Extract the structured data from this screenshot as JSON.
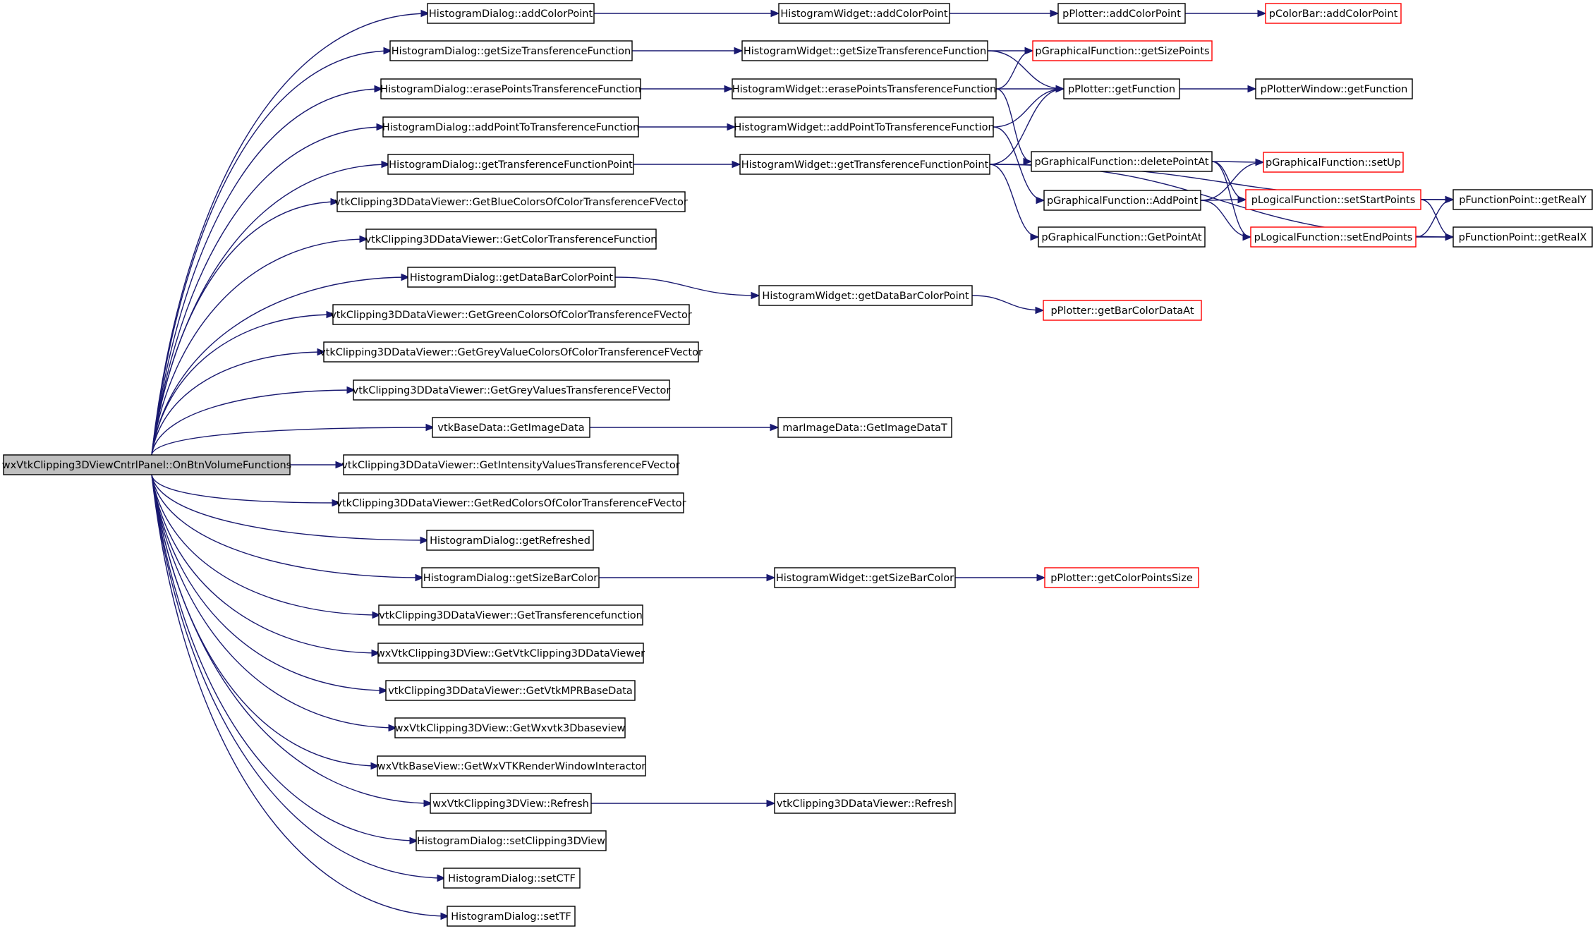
{
  "colors": {
    "edge": "#191970",
    "border": "#000000",
    "incomplete_border": "#ff0000",
    "root_fill": "#bfbfbf"
  },
  "nodes": [
    {
      "id": "root",
      "label": "wxVtkClipping3DViewCntrlPanel::OnBtnVolumeFunctions",
      "root": true
    },
    {
      "id": "hd_addColorPoint",
      "label": "HistogramDialog::addColorPoint"
    },
    {
      "id": "hd_getSizeTF",
      "label": "HistogramDialog::getSizeTransferenceFunction"
    },
    {
      "id": "hd_erasePointsTF",
      "label": "HistogramDialog::erasePointsTransferenceFunction"
    },
    {
      "id": "hd_addPointToTF",
      "label": "HistogramDialog::addPointToTransferenceFunction"
    },
    {
      "id": "hd_getTFPoint",
      "label": "HistogramDialog::getTransferenceFunctionPoint"
    },
    {
      "id": "v_blue",
      "label": "vtkClipping3DDataViewer::GetBlueColorsOfColorTransferenceFVector"
    },
    {
      "id": "v_colorTF",
      "label": "vtkClipping3DDataViewer::GetColorTransferenceFunction"
    },
    {
      "id": "hd_getDataBarColorPoint",
      "label": "HistogramDialog::getDataBarColorPoint"
    },
    {
      "id": "v_green",
      "label": "vtkClipping3DDataViewer::GetGreenColorsOfColorTransferenceFVector"
    },
    {
      "id": "v_greyValueColors",
      "label": "vtkClipping3DDataViewer::GetGreyValueColorsOfColorTransferenceFVector"
    },
    {
      "id": "v_greyValuesTF",
      "label": "vtkClipping3DDataViewer::GetGreyValuesTransferenceFVector"
    },
    {
      "id": "bd_getImageData",
      "label": "vtkBaseData::GetImageData"
    },
    {
      "id": "v_intensity",
      "label": "vtkClipping3DDataViewer::GetIntensityValuesTransferenceFVector"
    },
    {
      "id": "v_red",
      "label": "vtkClipping3DDataViewer::GetRedColorsOfColorTransferenceFVector"
    },
    {
      "id": "hd_getRefreshed",
      "label": "HistogramDialog::getRefreshed"
    },
    {
      "id": "hd_getSizeBarColor",
      "label": "HistogramDialog::getSizeBarColor"
    },
    {
      "id": "v_getTransf",
      "label": "vtkClipping3DDataViewer::GetTransferencefunction"
    },
    {
      "id": "wv_getViewer",
      "label": "wxVtkClipping3DView::GetVtkClipping3DDataViewer"
    },
    {
      "id": "v_getMPR",
      "label": "vtkClipping3DDataViewer::GetVtkMPRBaseData"
    },
    {
      "id": "wv_getWx",
      "label": "wxVtkClipping3DView::GetWxvtk3Dbaseview"
    },
    {
      "id": "wb_getRWI",
      "label": "wxVtkBaseView::GetWxVTKRenderWindowInteractor"
    },
    {
      "id": "wv_refresh",
      "label": "wxVtkClipping3DView::Refresh"
    },
    {
      "id": "hd_setClip",
      "label": "HistogramDialog::setClipping3DView"
    },
    {
      "id": "hd_setCTF",
      "label": "HistogramDialog::setCTF"
    },
    {
      "id": "hd_setTF",
      "label": "HistogramDialog::setTF"
    },
    {
      "id": "hw_addColorPoint",
      "label": "HistogramWidget::addColorPoint"
    },
    {
      "id": "hw_getSizeTF",
      "label": "HistogramWidget::getSizeTransferenceFunction"
    },
    {
      "id": "hw_erasePointsTF",
      "label": "HistogramWidget::erasePointsTransferenceFunction"
    },
    {
      "id": "hw_addPointToTF",
      "label": "HistogramWidget::addPointToTransferenceFunction"
    },
    {
      "id": "hw_getTFPoint",
      "label": "HistogramWidget::getTransferenceFunctionPoint"
    },
    {
      "id": "hw_getDataBarColorPoint",
      "label": "HistogramWidget::getDataBarColorPoint"
    },
    {
      "id": "mar_getImageDataT",
      "label": "marImageData::GetImageDataT"
    },
    {
      "id": "hw_getSizeBarColor",
      "label": "HistogramWidget::getSizeBarColor"
    },
    {
      "id": "vdv_refresh",
      "label": "vtkClipping3DDataViewer::Refresh"
    },
    {
      "id": "pp_addColorPoint",
      "label": "pPlotter::addColorPoint"
    },
    {
      "id": "pgf_getSizePoints",
      "label": "pGraphicalFunction::getSizePoints",
      "incomplete": true
    },
    {
      "id": "pp_getFunction",
      "label": "pPlotter::getFunction"
    },
    {
      "id": "pgf_deletePointAt",
      "label": "pGraphicalFunction::deletePointAt"
    },
    {
      "id": "pgf_addPoint",
      "label": "pGraphicalFunction::AddPoint"
    },
    {
      "id": "pgf_getPointAt",
      "label": "pGraphicalFunction::GetPointAt"
    },
    {
      "id": "pp_getBarColorDataAt",
      "label": "pPlotter::getBarColorDataAt",
      "incomplete": true
    },
    {
      "id": "pp_getColorPointsSize",
      "label": "pPlotter::getColorPointsSize",
      "incomplete": true
    },
    {
      "id": "pcb_addColorPoint",
      "label": "pColorBar::addColorPoint",
      "incomplete": true
    },
    {
      "id": "ppw_getFunction",
      "label": "pPlotterWindow::getFunction"
    },
    {
      "id": "pgf_setUp",
      "label": "pGraphicalFunction::setUp",
      "incomplete": true
    },
    {
      "id": "plf_setStartPoints",
      "label": "pLogicalFunction::setStartPoints",
      "incomplete": true
    },
    {
      "id": "plf_setEndPoints",
      "label": "pLogicalFunction::setEndPoints",
      "incomplete": true
    },
    {
      "id": "pfp_getRealY",
      "label": "pFunctionPoint::getRealY"
    },
    {
      "id": "pfp_getRealX",
      "label": "pFunctionPoint::getRealX"
    }
  ]
}
